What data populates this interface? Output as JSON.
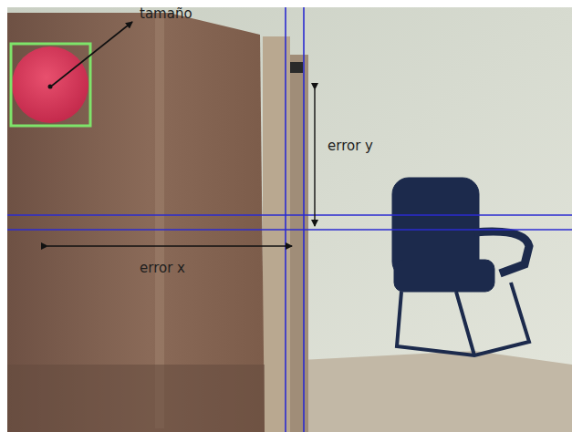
{
  "diagram": {
    "labels": [
      "tamaño",
      "error y",
      "error x"
    ]
  }
}
